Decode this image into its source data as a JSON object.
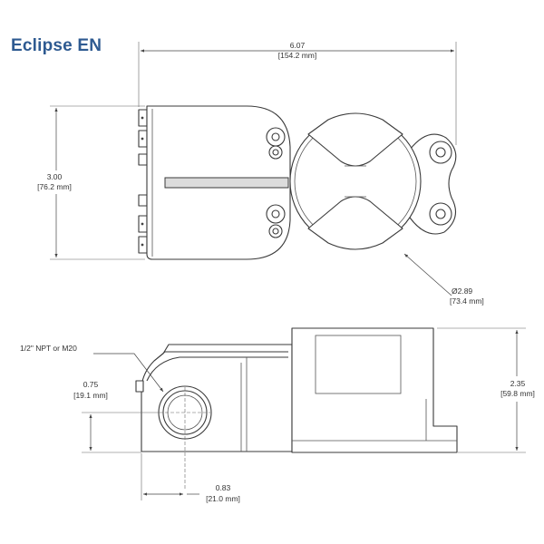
{
  "header": {
    "title": "Eclipse EN"
  },
  "dimensions": {
    "overall_length": {
      "inch": "6.07",
      "mm": "[154.2 mm]"
    },
    "height_top": {
      "inch": "3.00",
      "mm": "[76.2 mm]"
    },
    "diameter": {
      "inch": "Ø2.89",
      "mm": "[73.4 mm]"
    },
    "thread": {
      "label": "1/2\" NPT or M20"
    },
    "conduit_height": {
      "inch": "0.75",
      "mm": "[19.1 mm]"
    },
    "side_height": {
      "inch": "2.35",
      "mm": "[59.8 mm]"
    },
    "conduit_offset": {
      "inch": "0.83",
      "mm": "[21.0 mm]"
    }
  }
}
